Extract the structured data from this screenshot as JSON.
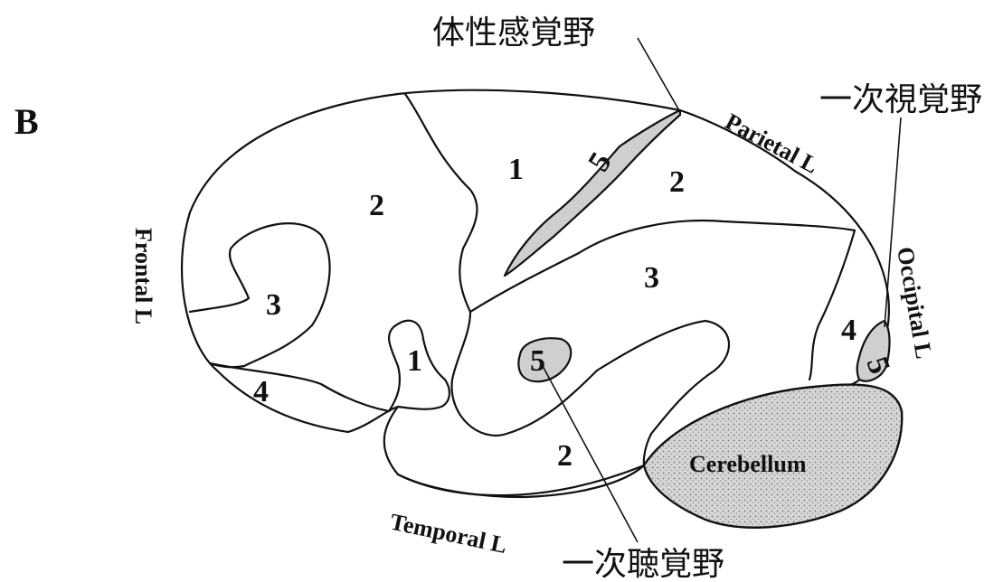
{
  "panel_label": "B",
  "annotations": {
    "somatosensory": "体性感覚野",
    "visual": "一次視覚野",
    "auditory": "一次聴覚野"
  },
  "lobes": {
    "frontal": "Frontal L",
    "parietal": "Parietal L",
    "occipital": "Occipital L",
    "temporal": "Temporal L",
    "cerebellum": "Cerebellum"
  },
  "area_numbers": {
    "parietal_1": "1",
    "frontal_2": "2",
    "sensory_5": "5",
    "parietal_2": "2",
    "parietal_3": "3",
    "frontal_3": "3",
    "temporal_1": "1",
    "auditory_5": "5",
    "frontal_4": "4",
    "occipital_4": "4",
    "visual_5": "5",
    "temporal_2": "2"
  }
}
